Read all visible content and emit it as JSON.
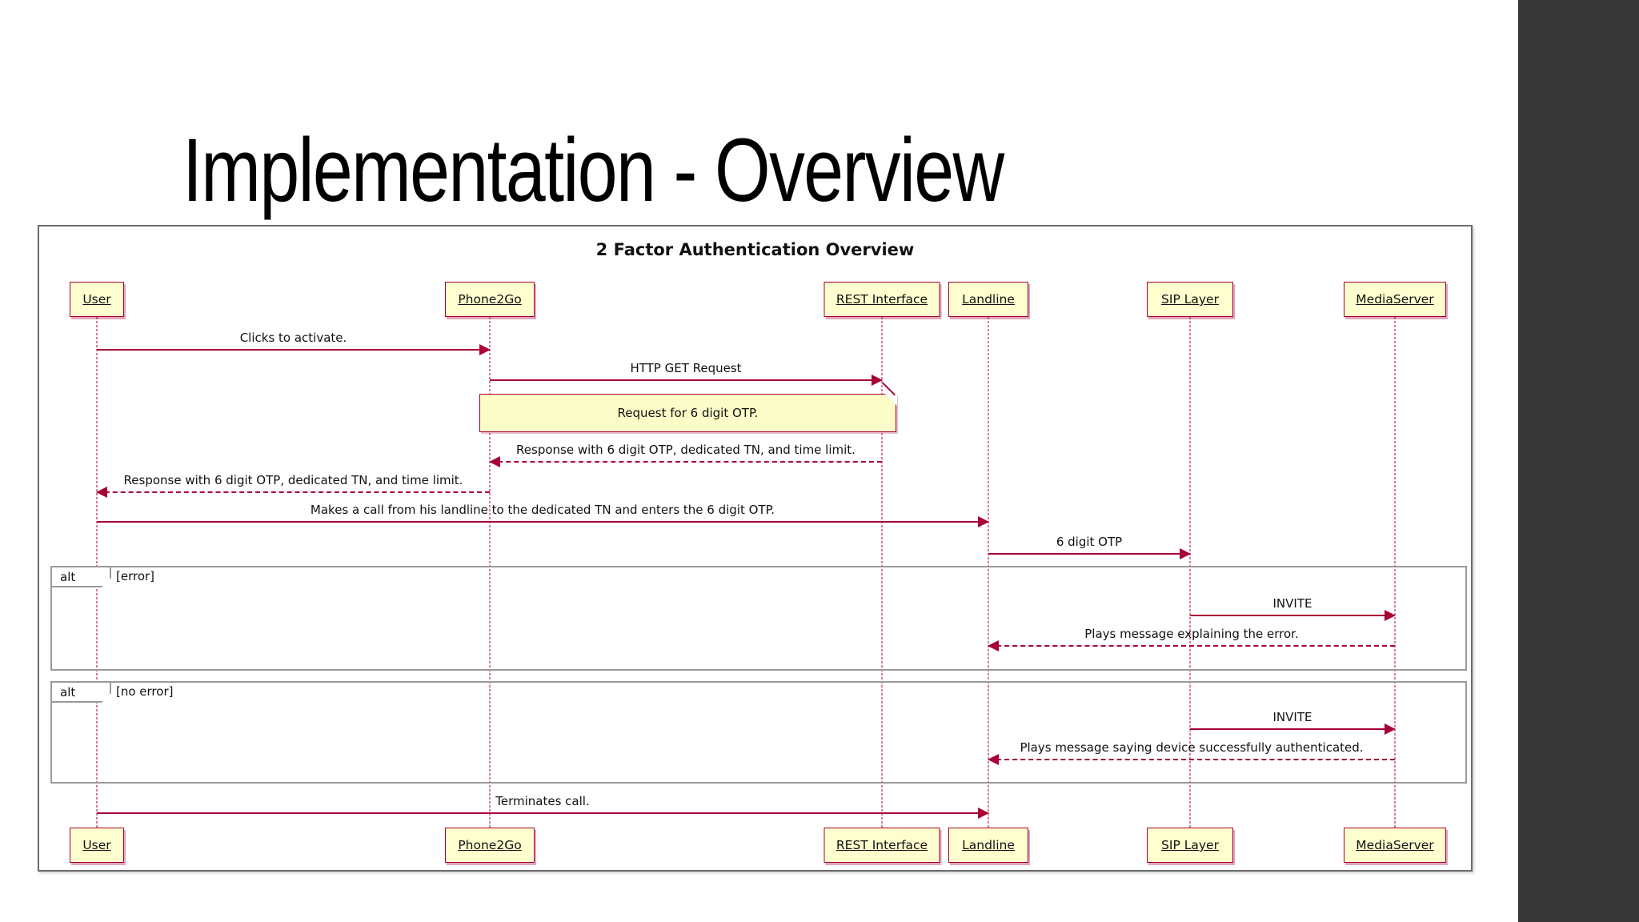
{
  "slide": {
    "title": "Implementation - Overview"
  },
  "colors": {
    "accent": "#A80036",
    "actor_fill": "#FEFECE",
    "note_fill": "#FCFCC8",
    "fragment_border": "#9a9a9a",
    "sidebar": "#373737"
  },
  "diagram": {
    "title": "2 Factor Authentication Overview",
    "actors": [
      {
        "label": "User"
      },
      {
        "label": "Phone2Go"
      },
      {
        "label": "REST Interface"
      },
      {
        "label": "Landline"
      },
      {
        "label": "SIP Layer"
      },
      {
        "label": "MediaServer"
      }
    ],
    "messages": [
      {
        "label": "Clicks to activate.",
        "from": "User",
        "to": "Phone2Go",
        "style": "solid"
      },
      {
        "label": "HTTP GET Request",
        "from": "Phone2Go",
        "to": "REST Interface",
        "style": "solid"
      },
      {
        "label": "Response with 6 digit OTP, dedicated TN, and time limit.",
        "from": "REST Interface",
        "to": "Phone2Go",
        "style": "dashed"
      },
      {
        "label": "Response with 6 digit OTP, dedicated TN, and time limit.",
        "from": "Phone2Go",
        "to": "User",
        "style": "dashed"
      },
      {
        "label": "Makes a call from his landline to the dedicated TN and enters the 6 digit OTP.",
        "from": "User",
        "to": "Landline",
        "style": "solid"
      },
      {
        "label": "6 digit OTP",
        "from": "Landline",
        "to": "SIP Layer",
        "style": "solid"
      },
      {
        "label": "INVITE",
        "from": "SIP Layer",
        "to": "MediaServer",
        "style": "solid"
      },
      {
        "label": "Plays message explaining the error.",
        "from": "MediaServer",
        "to": "Landline",
        "style": "dashed"
      },
      {
        "label": "INVITE",
        "from": "SIP Layer",
        "to": "MediaServer",
        "style": "solid"
      },
      {
        "label": "Plays message saying device successfully authenticated.",
        "from": "MediaServer",
        "to": "Landline",
        "style": "dashed"
      },
      {
        "label": "Terminates call.",
        "from": "User",
        "to": "Landline",
        "style": "solid"
      }
    ],
    "note": {
      "text": "Request for 6 digit OTP."
    },
    "fragments": [
      {
        "operator": "alt",
        "guard": "[error]"
      },
      {
        "operator": "alt",
        "guard": "[no error]"
      }
    ]
  }
}
